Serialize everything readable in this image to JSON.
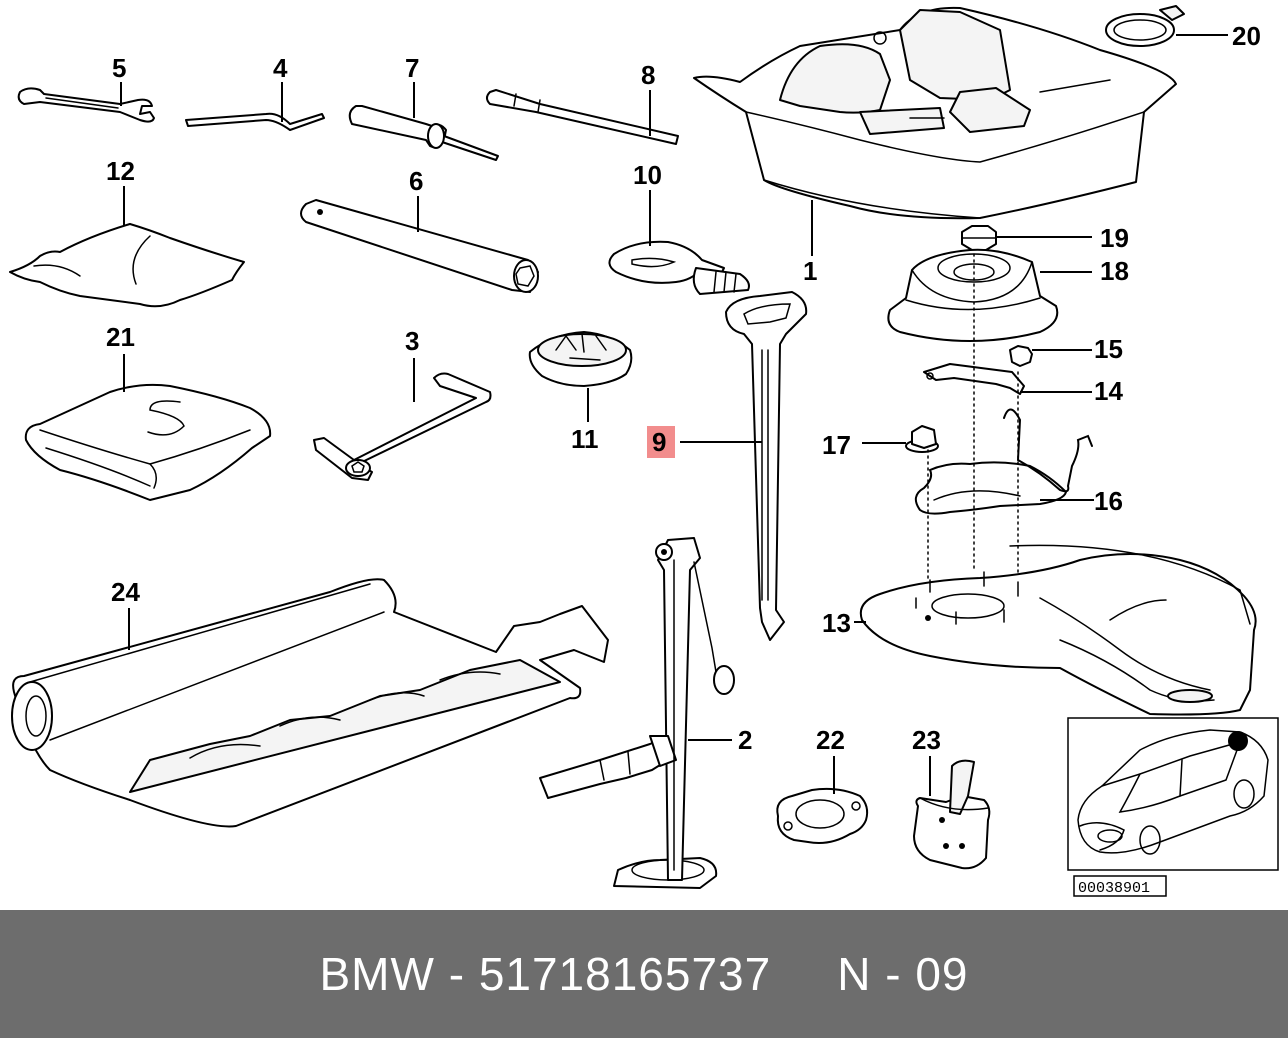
{
  "diagram": {
    "callouts": {
      "c1": "1",
      "c2": "2",
      "c3": "3",
      "c4": "4",
      "c5": "5",
      "c6": "6",
      "c7": "7",
      "c8": "8",
      "c9": "9",
      "c10": "10",
      "c11": "11",
      "c12": "12",
      "c13": "13",
      "c14": "14",
      "c15": "15",
      "c16": "16",
      "c17": "17",
      "c18": "18",
      "c19": "19",
      "c20": "20",
      "c21": "21",
      "c22": "22",
      "c23": "23",
      "c24": "24"
    },
    "highlighted_callout": "9",
    "highlight_color": "#f28d8d",
    "reference_number": "00038901"
  },
  "footer": {
    "brand": "BMW",
    "separator": "-",
    "part_number": "51718165737",
    "position_code": "N - 09",
    "background": "#6d6d6d"
  }
}
